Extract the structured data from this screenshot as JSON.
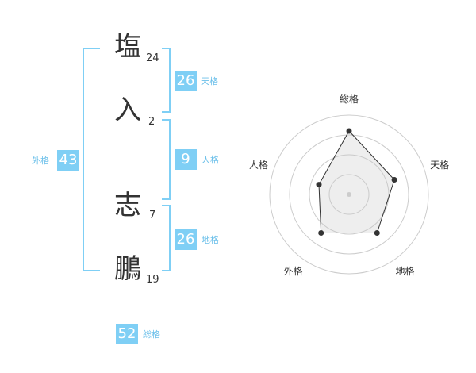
{
  "name": {
    "chars": [
      {
        "char": "塩",
        "strokes": "24"
      },
      {
        "char": "入",
        "strokes": "2"
      },
      {
        "char": "志",
        "strokes": "7"
      },
      {
        "char": "鵬",
        "strokes": "19"
      }
    ]
  },
  "kaku": {
    "tenkaku": {
      "value": "26",
      "label": "天格"
    },
    "jinkaku": {
      "value": "9",
      "label": "人格"
    },
    "chikaku": {
      "value": "26",
      "label": "地格"
    },
    "gaikaku": {
      "value": "43",
      "label": "外格"
    },
    "soukaku": {
      "value": "52",
      "label": "総格"
    }
  },
  "colors": {
    "accent": "#7fcff5",
    "label": "#6cc0ea",
    "text": "#333333"
  },
  "chart_data": {
    "type": "radar",
    "axes": [
      "総格",
      "天格",
      "地格",
      "外格",
      "人格"
    ],
    "values": [
      4,
      3,
      3,
      3,
      2
    ],
    "range": [
      0,
      5
    ],
    "rings": 4
  }
}
